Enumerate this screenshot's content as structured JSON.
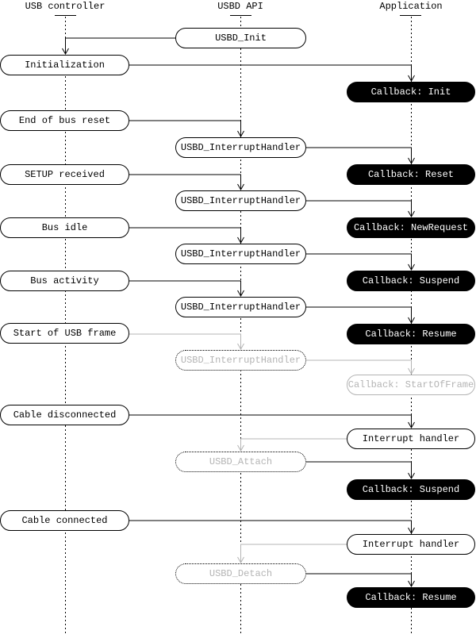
{
  "diagram": {
    "columns": [
      {
        "id": "usb-controller",
        "label": "USB controller"
      },
      {
        "id": "usbd-api",
        "label": "USBD API"
      },
      {
        "id": "application",
        "label": "Application"
      }
    ],
    "boxes": {
      "usbd_init": "USBD_Init",
      "initialization": "Initialization",
      "cb_init": "Callback: Init",
      "end_bus_reset": "End of bus reset",
      "ih1": "USBD_InterruptHandler",
      "setup_received": "SETUP received",
      "cb_reset": "Callback: Reset",
      "ih2": "USBD_InterruptHandler",
      "bus_idle": "Bus idle",
      "cb_newrequest": "Callback: NewRequest",
      "ih3": "USBD_InterruptHandler",
      "bus_activity": "Bus activity",
      "cb_suspend1": "Callback: Suspend",
      "ih4": "USBD_InterruptHandler",
      "start_frame": "Start of USB frame",
      "cb_resume1": "Callback: Resume",
      "ih5": "USBD_InterruptHandler",
      "cb_startofframe": "Callback: StartOfFrame",
      "cable_disconnected": "Cable disconnected",
      "int_handler1": "Interrupt handler",
      "usbd_attach": "USBD_Attach",
      "cb_suspend2": "Callback: Suspend",
      "cable_connected": "Cable connected",
      "int_handler2": "Interrupt handler",
      "usbd_detach": "USBD_Detach",
      "cb_resume2": "Callback: Resume"
    },
    "colors": {
      "active": "#000000",
      "inactive": "#b4b4b4",
      "callback-bg": "#000000",
      "callback-fg": "#ffffff",
      "paper-bg": "#ffffff"
    }
  }
}
